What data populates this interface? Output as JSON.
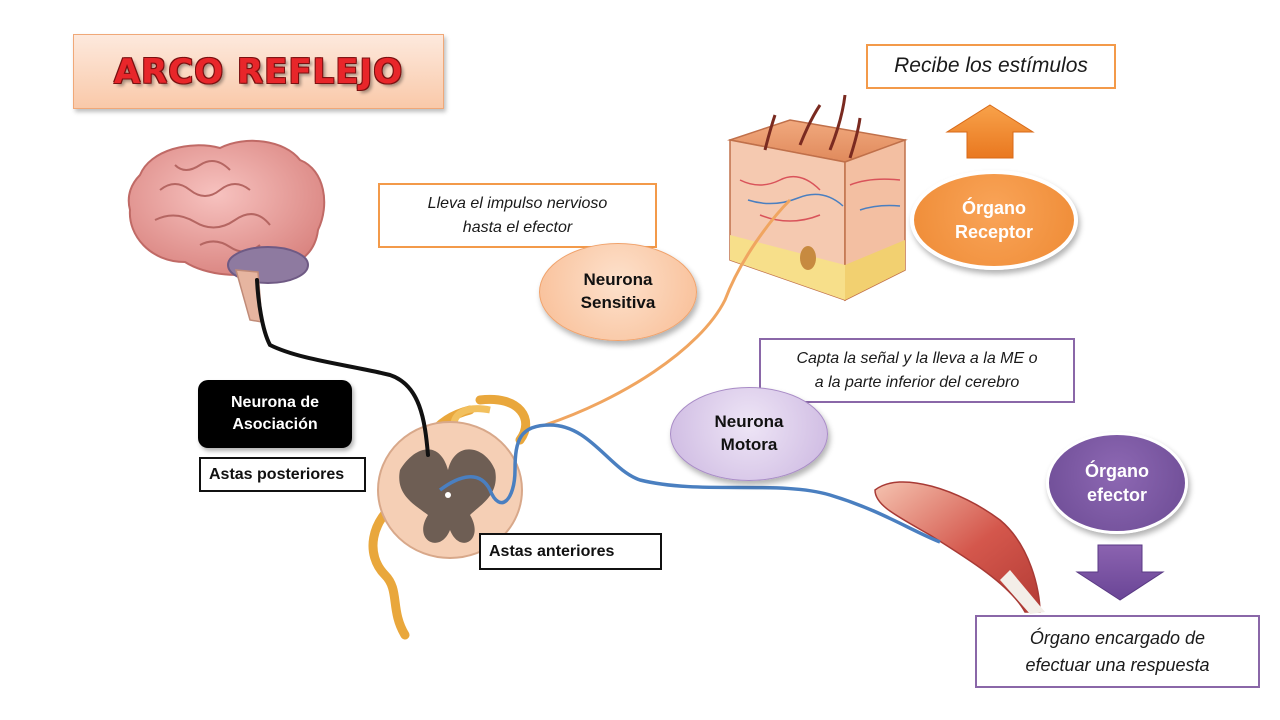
{
  "title": "ARCO REFLEJO",
  "receives_note": "Recibe los estímulos",
  "sensory_note": {
    "line1": "Lleva el impulso nervioso",
    "line2": "hasta el efector"
  },
  "sensory_neuron": {
    "line1": "Neurona",
    "line2": "Sensitiva"
  },
  "receptor_organ": {
    "line1": "Órgano",
    "line2": "Receptor"
  },
  "motor_note": {
    "line1": "Capta la señal y la lleva a la ME o",
    "line2": "a la parte inferior del cerebro"
  },
  "motor_neuron": {
    "line1": "Neurona",
    "line2": "Motora"
  },
  "association_neuron": {
    "line1": "Neurona de",
    "line2": "Asociación"
  },
  "posterior_horns": "Astas posteriores",
  "anterior_horns": "Astas anteriores",
  "effector_organ": {
    "line1": "Órgano",
    "line2": "efector"
  },
  "effector_note": {
    "line1": "Órgano encargado de",
    "line2": "efectuar una respuesta"
  },
  "colors": {
    "title_red": "#e8262a",
    "orange_accent": "#f39a4a",
    "purple_accent": "#8a67a8",
    "sensory_line": "#f0a560",
    "motor_line": "#4a7fc0",
    "association_line": "#111111"
  }
}
